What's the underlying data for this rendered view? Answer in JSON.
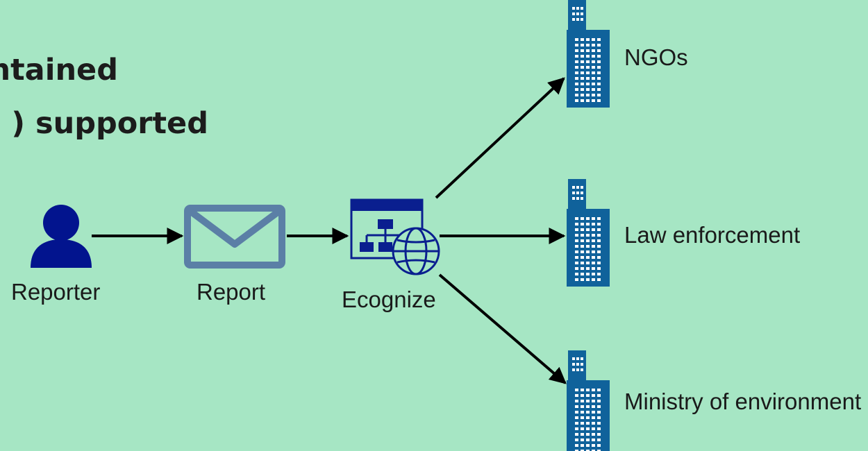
{
  "heading": {
    "line1": "ntained",
    "line2": ") supported"
  },
  "nodes": {
    "reporter": "Reporter",
    "report": "Report",
    "ecognize": "Ecognize",
    "ngos": "NGOs",
    "law_enforcement": "Law enforcement",
    "ministry": "Ministry of environment"
  },
  "colors": {
    "background": "#a6e6c4",
    "person": "#02148e",
    "envelope": "#5b7fa6",
    "app": "#0a1f8f",
    "building": "#10629b"
  },
  "icons": [
    "person-icon",
    "envelope-icon",
    "web-app-icon",
    "building-icon"
  ]
}
